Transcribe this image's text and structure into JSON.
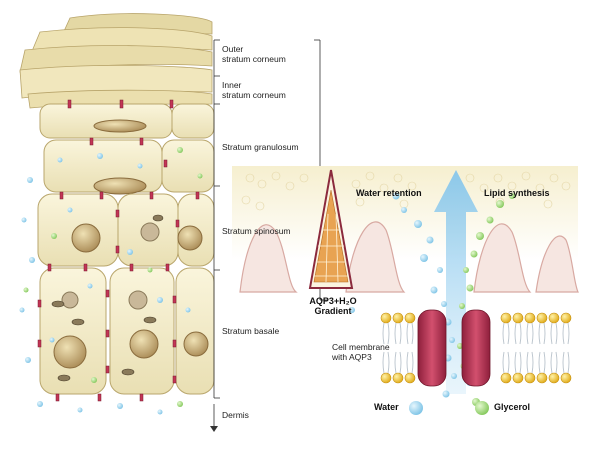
{
  "layers": {
    "outer_stratum_corneum": [
      "Outer",
      "stratum corneum"
    ],
    "inner_stratum_corneum": [
      "Inner",
      "stratum corneum"
    ],
    "stratum_granulosum": "Stratum granulosum",
    "stratum_spinosum": "Stratum spinosum",
    "stratum_basale": "Stratum basale",
    "dermis": "Dermis"
  },
  "gradient_label": [
    "AQP3+H₂O",
    "Gradient"
  ],
  "water_retention": "Water retention",
  "lipid_synthesis": "Lipid synthesis",
  "cell_membrane": [
    "Cell membrane",
    "with AQP3"
  ],
  "legend": {
    "water": "Water",
    "glycerol": "Glycerol",
    "water_color": "#9fd6ee",
    "glycerol_color": "#a6dc7a"
  },
  "colors": {
    "cell_fill": "#f5efcf",
    "corneum": "#e7dcae",
    "membrane_head": "#f3c934",
    "aqp3_channel": "#c23555",
    "nucleus": "#c9ab7a",
    "arrow": "#a9d8f2"
  }
}
